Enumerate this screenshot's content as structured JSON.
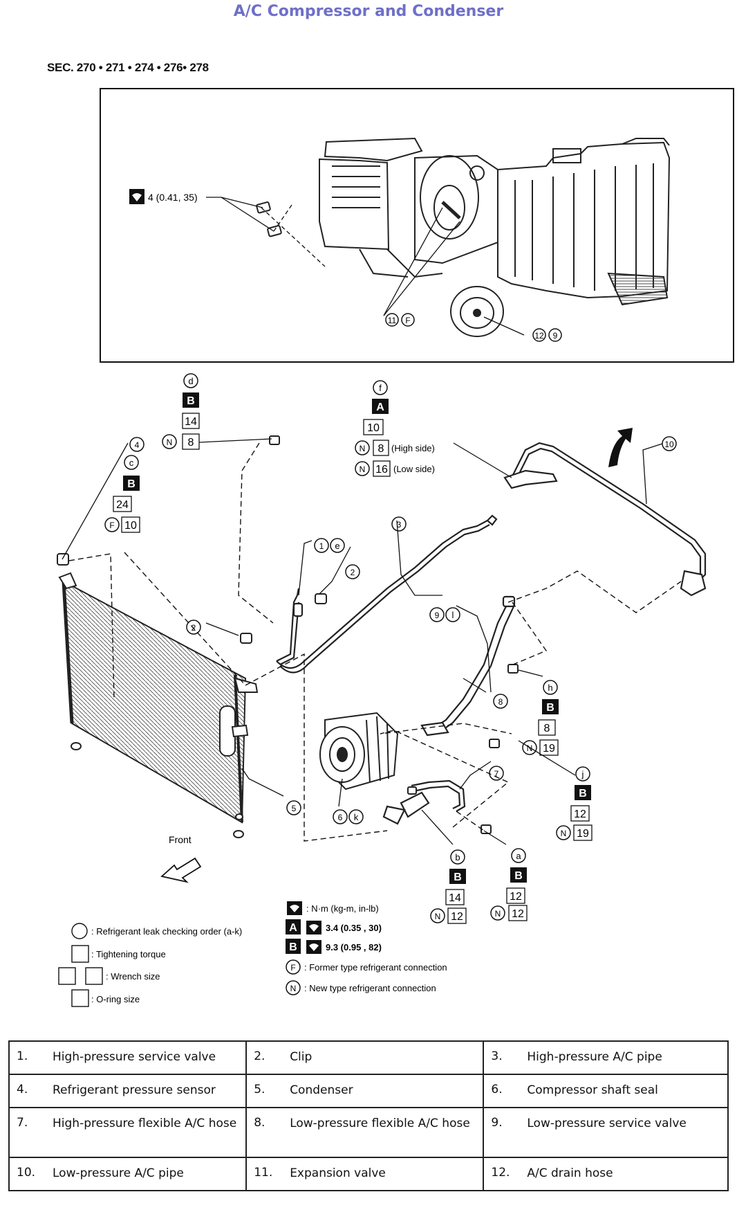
{
  "title": "A/C Compressor and Condenser",
  "section": "SEC. 270 • 271 • 274 • 276• 278",
  "top_callouts": {
    "bolt_torque": "4 (0.41, 35)",
    "c11": "11",
    "cF": "F",
    "c12": "12",
    "c9": "9"
  },
  "callouts": {
    "d_letter": "d",
    "d_tag": "B",
    "d_wrench": "14",
    "d_n": "N",
    "d_oring": "8",
    "f_letter": "f",
    "f_tag": "A",
    "f_wrench": "10",
    "f_n1": "N",
    "f_oring1": "8",
    "f_high": "(High side)",
    "f_n2": "N",
    "f_oring2": "16",
    "f_low": "(Low side)",
    "c10": "10",
    "c4": "4",
    "c_letter": "c",
    "c_tag": "B",
    "c_wrench": "24",
    "c_f": "F",
    "c_oring": "10",
    "c3": "3",
    "c1": "1",
    "ce": "e",
    "c2a": "2",
    "c2b": "2",
    "c9": "9",
    "cl": "l",
    "c8": "8",
    "h_letter": "h",
    "h_tag": "B",
    "h_wrench": "8",
    "h_n": "N",
    "h_oring": "19",
    "j_letter": "j",
    "j_tag": "B",
    "j_wrench": "12",
    "j_n": "N",
    "j_oring": "19",
    "c7": "7",
    "c5": "5",
    "c6": "6",
    "ck": "k",
    "front": "Front",
    "b_letter": "b",
    "b_tag": "B",
    "b_wrench": "14",
    "b_n": "N",
    "b_oring": "12",
    "a_letter": "a",
    "a_tag": "B",
    "a_wrench": "12",
    "a_n": "N",
    "a_oring": "12"
  },
  "legend": {
    "unit": ": N·m (kg-m, in-lb)",
    "a_tag": "A",
    "a_value": "3.4 (0.35 , 30)",
    "b_tag": "B",
    "b_value": "9.3 (0.95 , 82)",
    "f_sym": "F",
    "former": ": Former type refrigerant connection",
    "n_sym": "N",
    "new": ": New type refrigerant connection",
    "leak": ": Refrigerant leak checking order (a-k)",
    "tightening": ": Tightening torque",
    "wrench": ": Wrench size",
    "oring": ": O-ring size"
  },
  "parts": [
    [
      "1.",
      "High-pressure service valve",
      "2.",
      "Clip",
      "3.",
      "High-pressure A/C pipe"
    ],
    [
      "4.",
      "Refrigerant pressure sensor",
      "5.",
      "Condenser",
      "6.",
      "Compressor shaft seal"
    ],
    [
      "7.",
      "High-pressure flexible A/C hose",
      "8.",
      "Low-pressure flexible A/C hose",
      "9.",
      "Low-pressure service valve"
    ],
    [
      "10.",
      "Low-pressure A/C pipe",
      "11.",
      "Expansion valve",
      "12.",
      "A/C drain hose"
    ]
  ]
}
